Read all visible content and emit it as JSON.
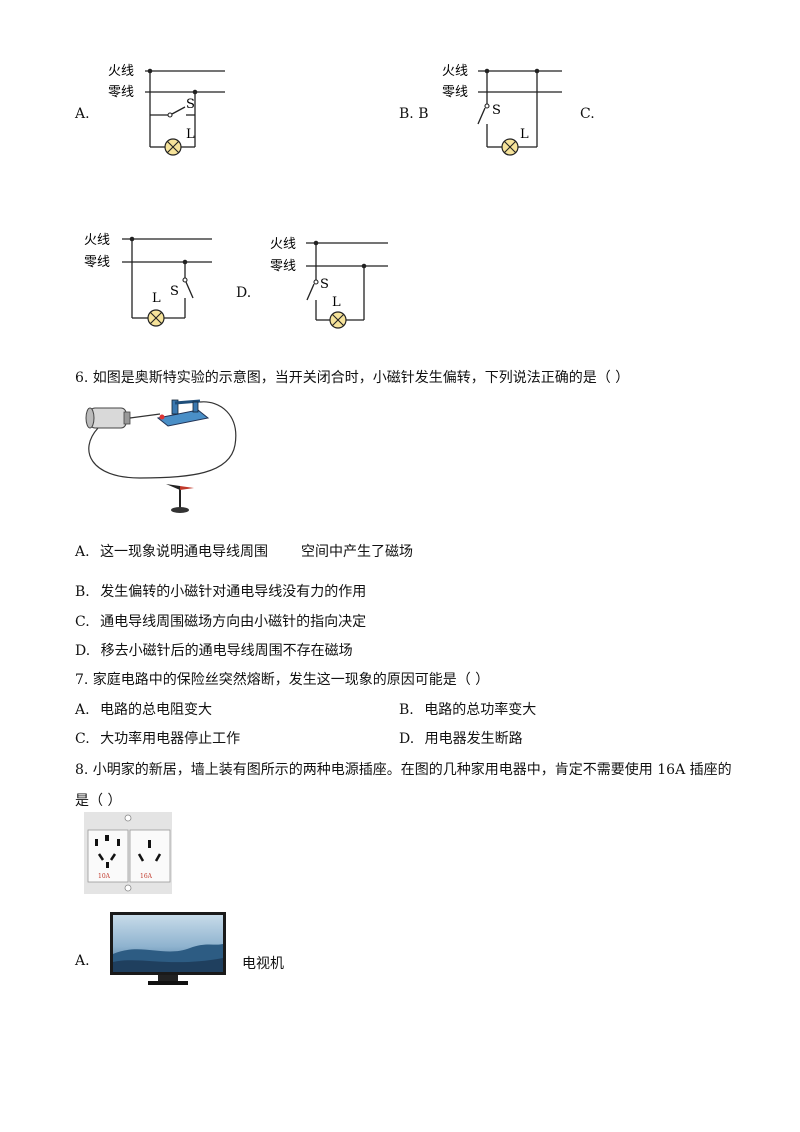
{
  "q5": {
    "opt_a": "A.",
    "opt_b": "B. B",
    "opt_c": "C.",
    "opt_d": "D.",
    "label_live": "火线",
    "label_neutral": "零线",
    "label_switch": "S",
    "label_lamp": "L"
  },
  "q6": {
    "stem": "6. 如图是奥斯特实验的示意图，当开关闭合时，小磁针发生偏转，下列说法正确的是（        ）",
    "options": [
      {
        "letter": "A.",
        "text": "这一现象说明通电导线周围",
        "text2": "空间中产生了磁场"
      },
      {
        "letter": "B.",
        "text": "发生偏转的小磁针对通电导线没有力的作用"
      },
      {
        "letter": "C.",
        "text": "通电导线周围磁场方向由小磁针的指向决定"
      },
      {
        "letter": "D.",
        "text": "移去小磁针后的通电导线周围不存在磁场"
      }
    ]
  },
  "q7": {
    "stem": "7. 家庭电路中的保险丝突然熔断，发生这一现象的原因可能是（        ）",
    "options": [
      {
        "letter": "A.",
        "text": "电路的总电阻变大"
      },
      {
        "letter": "B.",
        "text": "电路的总功率变大"
      },
      {
        "letter": "C.",
        "text": "大功率用电器停止工作"
      },
      {
        "letter": "D.",
        "text": "用电器发生断路"
      }
    ]
  },
  "q8": {
    "stem_line1": "8. 小明家的新居，墙上装有图所示的两种电源插座。在图的几种家用电器中，肯定不需要使用 16A 插座的",
    "stem_line2": "是（        ）",
    "socket_label_left": "10A",
    "socket_label_right": "16A",
    "option_a_letter": "A.",
    "option_a_text": "电视机"
  }
}
